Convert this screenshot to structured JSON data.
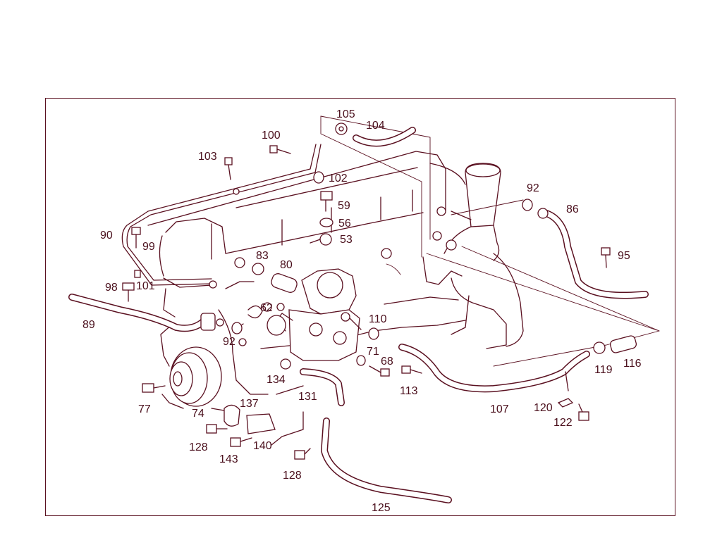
{
  "diagram": {
    "frame_color": "#5a1020",
    "ink_color": "#5a1020",
    "labels": [
      {
        "id": "105",
        "text": "105"
      },
      {
        "id": "104",
        "text": "104"
      },
      {
        "id": "100",
        "text": "100"
      },
      {
        "id": "103",
        "text": "103"
      },
      {
        "id": "102",
        "text": "102"
      },
      {
        "id": "92a",
        "text": "92"
      },
      {
        "id": "86",
        "text": "86"
      },
      {
        "id": "59",
        "text": "59"
      },
      {
        "id": "56",
        "text": "56"
      },
      {
        "id": "53",
        "text": "53"
      },
      {
        "id": "90",
        "text": "90"
      },
      {
        "id": "99",
        "text": "99"
      },
      {
        "id": "95",
        "text": "95"
      },
      {
        "id": "83",
        "text": "83"
      },
      {
        "id": "80",
        "text": "80"
      },
      {
        "id": "98",
        "text": "98"
      },
      {
        "id": "101",
        "text": "101"
      },
      {
        "id": "62",
        "text": "62"
      },
      {
        "id": "110",
        "text": "110"
      },
      {
        "id": "89",
        "text": "89"
      },
      {
        "id": "92b",
        "text": "92"
      },
      {
        "id": "71",
        "text": "71"
      },
      {
        "id": "68",
        "text": "68"
      },
      {
        "id": "119",
        "text": "119"
      },
      {
        "id": "116",
        "text": "116"
      },
      {
        "id": "134",
        "text": "134"
      },
      {
        "id": "113",
        "text": "113"
      },
      {
        "id": "131",
        "text": "131"
      },
      {
        "id": "137",
        "text": "137"
      },
      {
        "id": "77",
        "text": "77"
      },
      {
        "id": "74",
        "text": "74"
      },
      {
        "id": "107",
        "text": "107"
      },
      {
        "id": "120",
        "text": "120"
      },
      {
        "id": "122",
        "text": "122"
      },
      {
        "id": "128a",
        "text": "128"
      },
      {
        "id": "140",
        "text": "140"
      },
      {
        "id": "143",
        "text": "143"
      },
      {
        "id": "128b",
        "text": "128"
      },
      {
        "id": "125",
        "text": "125"
      }
    ]
  }
}
